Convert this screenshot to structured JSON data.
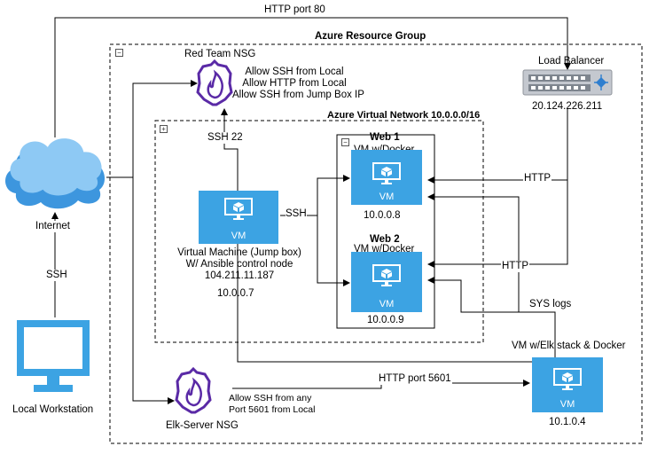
{
  "edges": {
    "http_port_80": "HTTP port 80",
    "ssh_local": "SSH",
    "ssh_22": "SSH 22",
    "ssh_jump": "SSH",
    "http_web1": "HTTP",
    "http_web2": "HTTP",
    "sys_logs": "SYS logs",
    "http_port_5601": "HTTP port 5601"
  },
  "groups": {
    "resource_group": "Azure Resource Group",
    "vnet": "Azure Virtual Network 10.0.0.0/16",
    "web1": "Web 1",
    "web2": "Web 2"
  },
  "nodes": {
    "internet": "Internet",
    "workstation": "Local Workstation",
    "load_balancer": {
      "title": "Load Balancer",
      "ip": "20.124.226.211"
    },
    "red_nsg": {
      "title": "Red Team NSG",
      "rules": [
        "Allow SSH from Local",
        "Allow HTTP from Local",
        "Allow SSH from Jump Box IP"
      ]
    },
    "elk_nsg": {
      "title": "Elk-Server NSG",
      "rules": [
        "Allow SSH from any",
        "Port 5601 from Local"
      ]
    },
    "jumpbox": {
      "badge": "VM",
      "lines": [
        "Virtual Machine (Jump box)",
        "W/ Ansible control node",
        "104.211.11.187"
      ],
      "private_ip": "10.0.0.7"
    },
    "web1_vm": {
      "title": "VM w/Docker",
      "badge": "VM",
      "ip": "10.0.0.8"
    },
    "web2_vm": {
      "title": "VM w/Docker",
      "badge": "VM",
      "ip": "10.0.0.9"
    },
    "elk_vm": {
      "title": "VM w/Elk stack & Docker",
      "badge": "VM",
      "ip": "10.1.0.4"
    }
  },
  "colors": {
    "vm_blue": "#3ca3e3",
    "nsg_purple": "#5a2aa6",
    "line": "#000000"
  }
}
